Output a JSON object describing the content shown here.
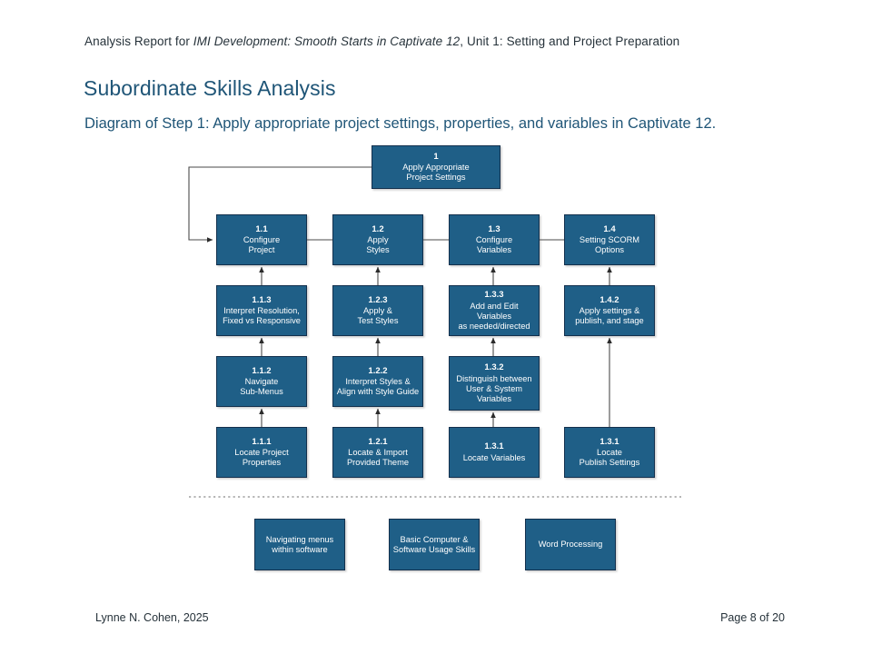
{
  "header": {
    "prefix": "Analysis Report for ",
    "italic_title": "IMI Development: Smooth Starts in Captivate 12",
    "suffix": ", Unit 1: Setting and Project Preparation"
  },
  "page_title": "Subordinate Skills Analysis",
  "page_subtitle": "Diagram of Step 1: Apply appropriate project settings, properties, and variables in Captivate 12.",
  "colors": {
    "node_fill": "#1f5f87",
    "node_border": "#13304d",
    "node_text": "#ffffff",
    "heading": "#1f5577",
    "body_text": "#26323a",
    "connector": "#3f3f3f",
    "divider": "#7a7a7a",
    "page_background": "#ffffff"
  },
  "diagram": {
    "goal": {
      "num": "1",
      "label": "Apply Appropriate\nProject Settings"
    },
    "rows": [
      {
        "name": "row-step",
        "nodes": [
          {
            "num": "1.1",
            "label": "Configure\nProject"
          },
          {
            "num": "1.2",
            "label": "Apply\nStyles"
          },
          {
            "num": "1.3",
            "label": "Configure\nVariables"
          },
          {
            "num": "1.4",
            "label": "Setting SCORM\nOptions"
          }
        ]
      },
      {
        "name": "row-sub-3",
        "nodes": [
          {
            "num": "1.1.3",
            "label": "Interpret Resolution,\nFixed vs Responsive"
          },
          {
            "num": "1.2.3",
            "label": "Apply &\nTest Styles"
          },
          {
            "num": "1.3.3",
            "label": "Add and Edit Variables\nas needed/directed"
          },
          {
            "num": "1.4.2",
            "label": "Apply settings &\npublish, and stage"
          }
        ]
      },
      {
        "name": "row-sub-2",
        "nodes": [
          {
            "num": "1.1.2",
            "label": "Navigate\nSub-Menus"
          },
          {
            "num": "1.2.2",
            "label": "Interpret Styles &\nAlign with Style Guide"
          },
          {
            "num": "1.3.2",
            "label": "Distinguish between\nUser & System\nVariables"
          }
        ]
      },
      {
        "name": "row-sub-1",
        "nodes": [
          {
            "num": "1.1.1",
            "label": "Locate Project\nProperties"
          },
          {
            "num": "1.2.1",
            "label": "Locate & Import\nProvided Theme"
          },
          {
            "num": "1.3.1",
            "label": "Locate Variables"
          },
          {
            "num": "1.3.1",
            "label": "Locate\nPublish Settings"
          }
        ]
      }
    ],
    "entry_level": {
      "divider_style": "dotted",
      "nodes": [
        {
          "label": "Navigating menus\nwithin software"
        },
        {
          "label": "Basic Computer &\nSoftware Usage Skills"
        },
        {
          "label": "Word Processing"
        }
      ]
    }
  },
  "footer": {
    "left": "Lynne N. Cohen, 2025",
    "right": "Page 8 of 20"
  }
}
